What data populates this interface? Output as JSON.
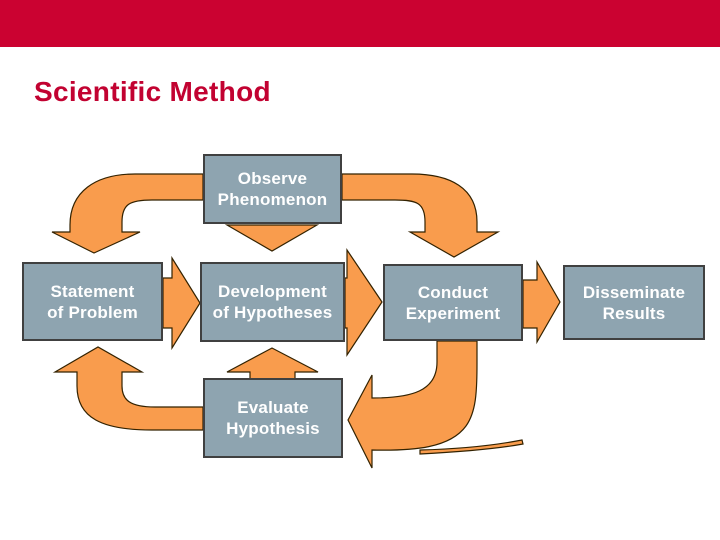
{
  "slide": {
    "title": "Scientific Method"
  },
  "colors": {
    "background": "#FFFFFF",
    "banner": "#CB0231",
    "title": "#C20231",
    "box_fill": "#8EA4B0",
    "box_border": "#404040",
    "box_text": "#FFFFFF",
    "arrow_fill": "#F99C4D",
    "arrow_outline": "#332200"
  },
  "diagram": {
    "nodes": {
      "observe": {
        "line1": "Observe",
        "line2": "Phenomenon"
      },
      "statement": {
        "line1": "Statement",
        "line2": "of Problem"
      },
      "development": {
        "line1": "Development",
        "line2": "of Hypotheses"
      },
      "conduct": {
        "line1": "Conduct",
        "line2": "Experiment"
      },
      "disseminate": {
        "line1": "Disseminate",
        "line2": "Results"
      },
      "evaluate": {
        "line1": "Evaluate",
        "line2": "Hypothesis"
      }
    },
    "edges": [
      {
        "from": "observe",
        "to": "statement",
        "style": "bent-down-left"
      },
      {
        "from": "observe",
        "to": "development",
        "style": "down"
      },
      {
        "from": "observe",
        "to": "conduct",
        "style": "bent-down-right"
      },
      {
        "from": "statement",
        "to": "development",
        "style": "right"
      },
      {
        "from": "development",
        "to": "conduct",
        "style": "right"
      },
      {
        "from": "conduct",
        "to": "disseminate",
        "style": "right"
      },
      {
        "from": "conduct",
        "to": "evaluate",
        "style": "bent-down-left"
      },
      {
        "from": "evaluate",
        "to": "development",
        "style": "up"
      },
      {
        "from": "evaluate",
        "to": "statement",
        "style": "bent-up-left"
      }
    ]
  }
}
